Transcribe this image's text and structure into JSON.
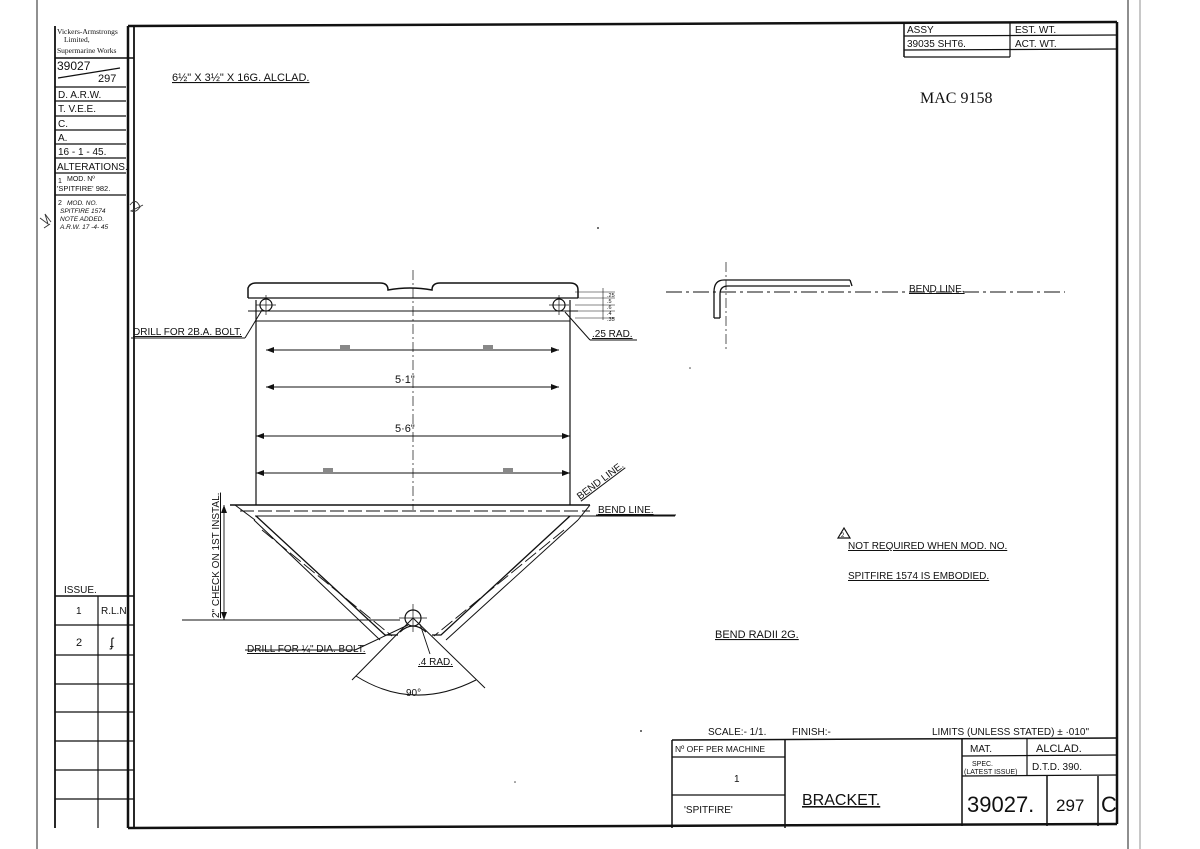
{
  "company": {
    "line1": "Vickers-Armstrongs",
    "line2": "Limited,",
    "line3": "Supermarine Works"
  },
  "drawing_number": {
    "main": "39027",
    "sub": "297"
  },
  "signatories": [
    "D. A.R.W.",
    "T. V.E.E.",
    "C.",
    "A.",
    "16 - 1 - 45."
  ],
  "alterations": {
    "title": "ALTERATIONS.",
    "items": [
      {
        "num": "1",
        "lines": [
          "MOD. Nº",
          "'SPITFIRE' 982."
        ]
      },
      {
        "num": "2",
        "lines": [
          "MOD. NO.",
          "SPITFIRE 1574",
          "NOTE ADDED.",
          "A.R.W. 17 -4- 45"
        ]
      }
    ]
  },
  "issue": {
    "title": "ISSUE.",
    "rows": [
      {
        "num": "1",
        "sign": "R.L.N."
      },
      {
        "num": "2",
        "sign": "ʄ"
      }
    ]
  },
  "assy": {
    "header": "ASSY",
    "value": "39035 SHT6.",
    "est_wt": "EST. WT.",
    "act_wt": "ACT. WT."
  },
  "mac_ref": "MAC 9158",
  "material_note": "6½\" X 3½\" X 16G. ALCLAD.",
  "labels": {
    "drill_2ba": "DRILL FOR 2B.A. BOLT.",
    "rad_25": ".25 RAD.",
    "dim_51": "5·1\"",
    "dim_56": "5·6\"",
    "bend_line_1": "BEND LINE.",
    "bend_line_2": "BEND LINE.",
    "bend_line_3": "BEND LINE.",
    "check_note": "2\" CHECK ON 1ST INSTAL.",
    "drill_quarter": "DRILL FOR ¼\" DIA. BOLT.",
    "rad_4": ".4 RAD.",
    "angle_90": "90°",
    "bend_radii": "BEND RADII 2G.",
    "small_dims": [
      ".25",
      ".5",
      ".6",
      ".4",
      ".35"
    ]
  },
  "note": {
    "line1": "NOT REQUIRED WHEN MOD. NO.",
    "line2": "SPITFIRE 1574 IS EMBODIED."
  },
  "title_block": {
    "scale": "SCALE:- 1/1.",
    "finish": "FINISH:-",
    "limits": "LIMITS (UNLESS STATED) ± ·010\"",
    "n_off": "Nº OFF PER MACHINE",
    "n_off_value": "1",
    "aircraft": "'SPITFIRE'",
    "title": "BRACKET.",
    "mat_label": "MAT.",
    "mat_value": "ALCLAD.",
    "spec_label_1": "SPEC.",
    "spec_label_2": "(LATEST ISSUE)",
    "spec_value": "D.T.D. 390.",
    "part_main": "39027.",
    "part_sub": "297",
    "part_rev": "C"
  }
}
